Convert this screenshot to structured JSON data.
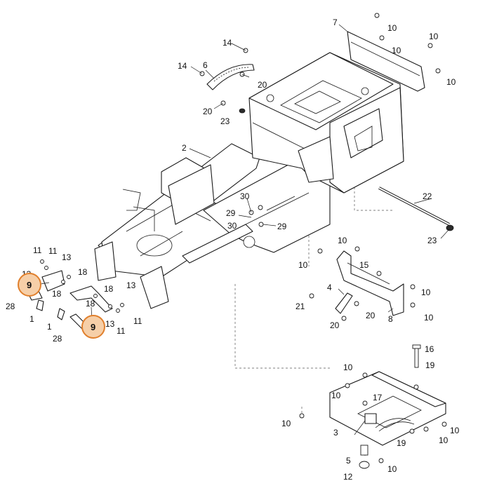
{
  "callouts": [
    {
      "id": "c7",
      "text": "7"
    },
    {
      "id": "c10a",
      "text": "10"
    },
    {
      "id": "c10b",
      "text": "10"
    },
    {
      "id": "c10c",
      "text": "10"
    },
    {
      "id": "c10d",
      "text": "10"
    },
    {
      "id": "c14a",
      "text": "14"
    },
    {
      "id": "c14b",
      "text": "14"
    },
    {
      "id": "c6",
      "text": "6"
    },
    {
      "id": "c20a",
      "text": "20"
    },
    {
      "id": "c20b",
      "text": "20"
    },
    {
      "id": "c23a",
      "text": "23"
    },
    {
      "id": "c2",
      "text": "2"
    },
    {
      "id": "c22",
      "text": "22"
    },
    {
      "id": "c23b",
      "text": "23"
    },
    {
      "id": "c30a",
      "text": "30"
    },
    {
      "id": "c29a",
      "text": "29"
    },
    {
      "id": "c29b",
      "text": "29"
    },
    {
      "id": "c30b",
      "text": "30"
    },
    {
      "id": "c11a",
      "text": "11"
    },
    {
      "id": "c11b",
      "text": "11"
    },
    {
      "id": "c13a",
      "text": "13"
    },
    {
      "id": "c13b",
      "text": "13"
    },
    {
      "id": "c18a",
      "text": "18"
    },
    {
      "id": "c18b",
      "text": "18"
    },
    {
      "id": "c28a",
      "text": "28"
    },
    {
      "id": "c1a",
      "text": "1"
    },
    {
      "id": "c18c",
      "text": "18"
    },
    {
      "id": "c18d",
      "text": "18"
    },
    {
      "id": "c13c",
      "text": "13"
    },
    {
      "id": "c13d",
      "text": "13"
    },
    {
      "id": "c11c",
      "text": "11"
    },
    {
      "id": "c11d",
      "text": "11"
    },
    {
      "id": "c1b",
      "text": "1"
    },
    {
      "id": "c28b",
      "text": "28"
    },
    {
      "id": "c10e",
      "text": "10"
    },
    {
      "id": "c10f",
      "text": "10"
    },
    {
      "id": "c15",
      "text": "15"
    },
    {
      "id": "c4",
      "text": "4"
    },
    {
      "id": "c10g",
      "text": "10"
    },
    {
      "id": "c21",
      "text": "21"
    },
    {
      "id": "c20c",
      "text": "20"
    },
    {
      "id": "c20d",
      "text": "20"
    },
    {
      "id": "c8",
      "text": "8"
    },
    {
      "id": "c10h",
      "text": "10"
    },
    {
      "id": "c16",
      "text": "16"
    },
    {
      "id": "c10i",
      "text": "10"
    },
    {
      "id": "c19a",
      "text": "19"
    },
    {
      "id": "c10j",
      "text": "10"
    },
    {
      "id": "c17",
      "text": "17"
    },
    {
      "id": "c10k",
      "text": "10"
    },
    {
      "id": "c3",
      "text": "3"
    },
    {
      "id": "c19b",
      "text": "19"
    },
    {
      "id": "c10l",
      "text": "10"
    },
    {
      "id": "c10m",
      "text": "10"
    },
    {
      "id": "c5",
      "text": "5"
    },
    {
      "id": "c10n",
      "text": "10"
    },
    {
      "id": "c12",
      "text": "12"
    }
  ],
  "highlighted_callouts": [
    {
      "id": "h9a",
      "text": "9"
    },
    {
      "id": "h9b",
      "text": "9"
    }
  ],
  "colors": {
    "highlight_fill": "#f6cfa8",
    "highlight_stroke": "#e07f2c",
    "line": "#1a1a1a"
  }
}
